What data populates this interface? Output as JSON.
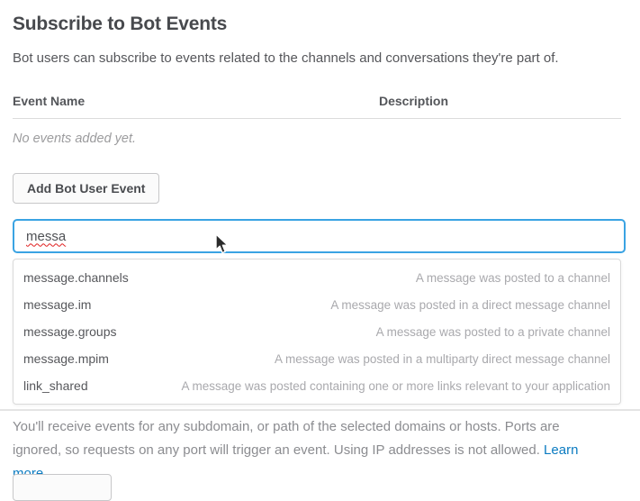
{
  "page": {
    "title": "Subscribe to Bot Events",
    "subtitle": "Bot users can subscribe to events related to the channels and conversations they're part of."
  },
  "events_table": {
    "columns": [
      "Event Name",
      "Description"
    ],
    "empty_message": "No events added yet."
  },
  "actions": {
    "add_event_label": "Add Bot User Event"
  },
  "event_search": {
    "value": "messa"
  },
  "suggestions": {
    "items": [
      {
        "name": "message.channels",
        "description": "A message was posted to a channel"
      },
      {
        "name": "message.im",
        "description": "A message was posted in a direct message channel"
      },
      {
        "name": "message.groups",
        "description": "A message was posted to a private channel"
      },
      {
        "name": "message.mpim",
        "description": "A message was posted in a multiparty direct message channel"
      },
      {
        "name": "link_shared",
        "description": "A message was posted containing one or more links relevant to your application"
      }
    ]
  },
  "footer": {
    "note": "You'll receive events for any subdomain, or path of the selected domains or hosts. Ports are ignored, so requests on any port will trigger an event. Using IP addresses is not allowed. ",
    "link_label": "Learn more."
  },
  "colors": {
    "accent_focus_border": "#3aa3e3",
    "link_blue": "#0b7bc1",
    "heading_text": "#47494d",
    "body_text": "#55565a",
    "muted_text": "#9c9c9e",
    "suggestion_desc_text": "#a9a9ad",
    "divider": "#dcdcdc",
    "spellcheck_underline": "#e01e1e"
  }
}
